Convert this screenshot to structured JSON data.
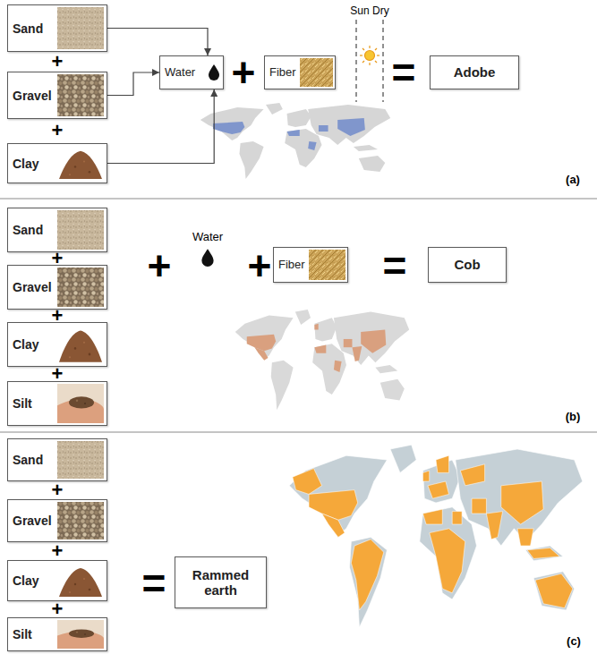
{
  "diagram": {
    "nodes": [
      {
        "text": [
          "Sand"
        ]
      },
      {
        "text": [
          "Gravel"
        ]
      },
      {
        "text": [
          "Clay"
        ]
      },
      {
        "text": [
          "Water"
        ]
      },
      {
        "text": [
          "Fiber"
        ]
      },
      {
        "text": [
          "Adobe"
        ]
      },
      {
        "text": [
          "Sand"
        ]
      },
      {
        "text": [
          "Gravel"
        ]
      },
      {
        "text": [
          "Clay"
        ]
      },
      {
        "text": [
          "Silt"
        ]
      },
      {
        "text": [
          "Fiber"
        ]
      },
      {
        "text": [
          "Cob"
        ]
      },
      {
        "text": [
          "Sand"
        ]
      },
      {
        "text": [
          "Gravel"
        ]
      },
      {
        "text": [
          "Clay"
        ]
      },
      {
        "text": [
          "Silt"
        ]
      },
      {
        "text": [
          "Rammed earth"
        ]
      }
    ],
    "edges": [
      {
        "from": 0,
        "to": 3,
        "arrow": "to"
      },
      {
        "from": 1,
        "to": 3,
        "arrow": "to"
      },
      {
        "from": 2,
        "to": 3,
        "arrow": "to"
      }
    ],
    "labels": [
      "+",
      "+",
      "+",
      "Sun Dry",
      "=",
      "(a)",
      "+",
      "+",
      "+",
      "+",
      "Water",
      "+",
      "=",
      "(b)",
      "+",
      "+",
      "+",
      "=",
      "(c)"
    ]
  }
}
